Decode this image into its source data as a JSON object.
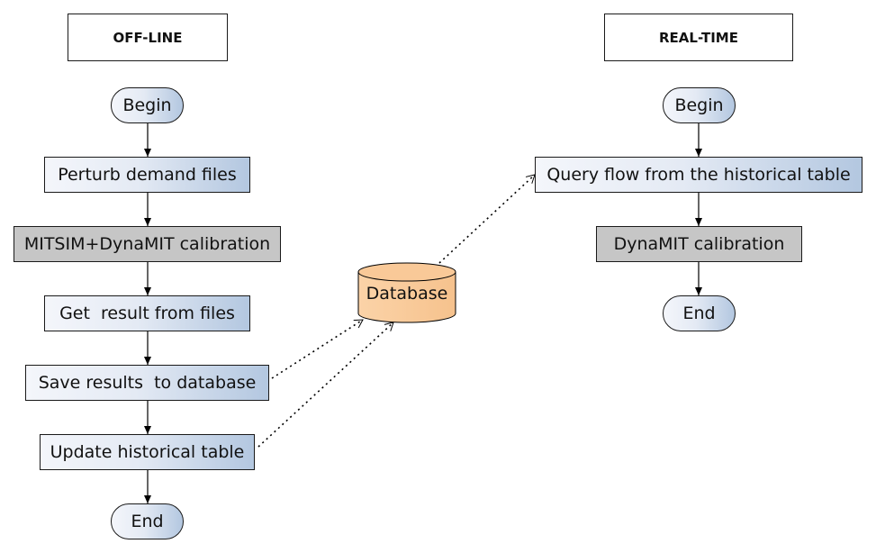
{
  "headers": {
    "offline": "OFF-LINE",
    "realtime": "REAL-TIME"
  },
  "offline": {
    "begin": "Begin",
    "steps": [
      "Perturb demand files",
      "MITSIM+DynaMIT calibration",
      "Get  result from files",
      "Save results  to database",
      "Update historical table"
    ],
    "end": "End"
  },
  "database": "Database",
  "realtime": {
    "begin": "Begin",
    "steps": [
      "Query flow from the historical table",
      "DynaMIT calibration"
    ],
    "end": "End"
  },
  "colors": {
    "process_gradient_start": "#f4f6fb",
    "process_gradient_end": "#b3c7e0",
    "calibration_gray": "#c6c6c6",
    "database_fill": "#f9c998",
    "line": "#000000"
  }
}
